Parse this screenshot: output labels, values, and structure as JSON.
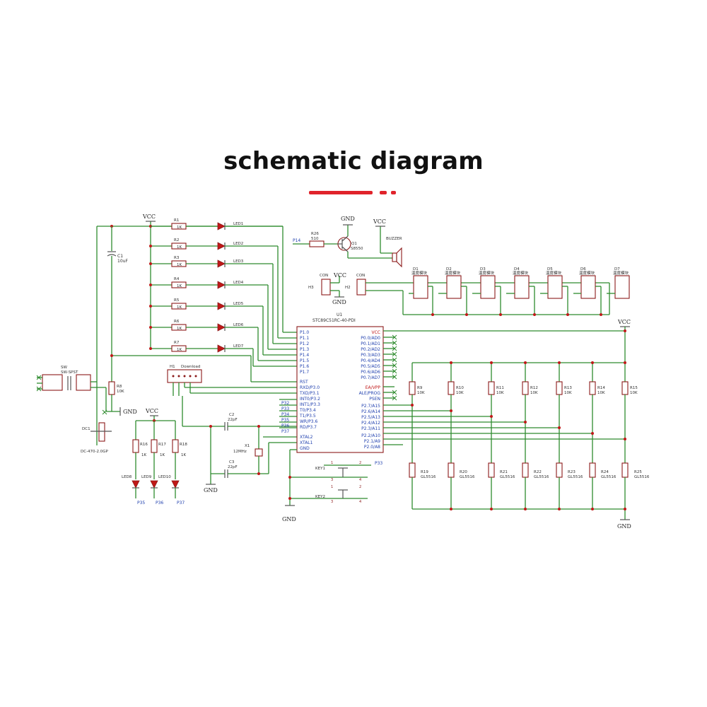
{
  "title": "schematic diagram",
  "colors": {
    "wire": "#2e8b2e",
    "component": "#8b1a1a",
    "junction": "#c01818",
    "accent": "#e0232b",
    "pin_label": "#1f3fae"
  },
  "power": {
    "vcc": "VCC",
    "gnd": "GND"
  },
  "leds_top": [
    {
      "ref": "R1",
      "value": "1K",
      "led": "LED1"
    },
    {
      "ref": "R2",
      "value": "1K",
      "led": "LED2"
    },
    {
      "ref": "R3",
      "value": "1K",
      "led": "LED3"
    },
    {
      "ref": "R4",
      "value": "1K",
      "led": "LED4"
    },
    {
      "ref": "R5",
      "value": "1K",
      "led": "LED5"
    },
    {
      "ref": "R6",
      "value": "1K",
      "led": "LED6"
    },
    {
      "ref": "R7",
      "value": "1K",
      "led": "LED7"
    }
  ],
  "c1": {
    "ref": "C1",
    "value": "10uF"
  },
  "switch": {
    "ref": "SW",
    "part": "SW-SPST"
  },
  "r8": {
    "ref": "R8",
    "value": "10K"
  },
  "dc1": {
    "ref": "DC1",
    "part": "DC-470-2.0GP"
  },
  "download": {
    "ref": "H1",
    "label": "Download"
  },
  "left_leds": [
    {
      "ref": "R16",
      "value": "1K",
      "led": "LED8",
      "net": "P35"
    },
    {
      "ref": "R17",
      "value": "1K",
      "led": "LED9",
      "net": "P36"
    },
    {
      "ref": "R18",
      "value": "1K",
      "led": "LED10",
      "net": "P37"
    }
  ],
  "c2": {
    "ref": "C2",
    "value": "22pF"
  },
  "c3": {
    "ref": "C3",
    "value": "22pF"
  },
  "x1": {
    "ref": "X1",
    "value": "12MHz"
  },
  "buzzer": {
    "r_ref": "R26",
    "r_value": "510",
    "net": "P14",
    "q_ref": "Q1",
    "q_part": "S8550",
    "label": "BUZZER"
  },
  "connectors": [
    {
      "type": "CON",
      "ref": "H3"
    },
    {
      "type": "CON",
      "ref": "H2"
    }
  ],
  "digits": [
    {
      "ref": "D1",
      "part": "温度模块"
    },
    {
      "ref": "D2",
      "part": "温度模块"
    },
    {
      "ref": "D3",
      "part": "温度模块"
    },
    {
      "ref": "D4",
      "part": "温度模块"
    },
    {
      "ref": "D5",
      "part": "温度模块"
    },
    {
      "ref": "D6",
      "part": "温度模块"
    },
    {
      "ref": "D7",
      "part": "温度模块"
    }
  ],
  "mcu": {
    "ref": "U1",
    "part": "STC89C51RC-40-PDI",
    "left_pins": [
      "P1.0",
      "P1.1",
      "P1.2",
      "P1.3",
      "P1.4",
      "P1.5",
      "P1.6",
      "P1.7",
      "RST",
      "RXD/P3.0",
      "TXD/P3.1",
      "INT0/P3.2",
      "INT1/P3.3",
      "T0/P3.4",
      "T1/P3.5",
      "WR/P3.6",
      "RD/P3.7",
      "XTAL2",
      "XTAL1",
      "GND"
    ],
    "right_pins": [
      "VCC",
      "P0.0/AD0",
      "P0.1/AD1",
      "P0.2/AD2",
      "P0.3/AD3",
      "P0.4/AD4",
      "P0.5/AD5",
      "P0.6/AD6",
      "P0.7/AD7",
      "EA/VPP",
      "ALE/PROG",
      "PSEN",
      "P2.7/A15",
      "P2.6/A14",
      "P2.5/A13",
      "P2.4/A12",
      "P2.3/A11",
      "P2.2/A10",
      "P2.1/A9",
      "P2.0/A8"
    ],
    "p3_nets": [
      "P32",
      "P33",
      "P34",
      "P35",
      "P36",
      "P37"
    ]
  },
  "keys": [
    {
      "ref": "KEY1",
      "net": "P33"
    },
    {
      "ref": "KEY2",
      "net": ""
    }
  ],
  "pull_resistors": [
    {
      "ref": "R9",
      "value": "10K"
    },
    {
      "ref": "R10",
      "value": "10K"
    },
    {
      "ref": "R11",
      "value": "10K"
    },
    {
      "ref": "R12",
      "value": "10K"
    },
    {
      "ref": "R13",
      "value": "10K"
    },
    {
      "ref": "R14",
      "value": "10K"
    },
    {
      "ref": "R15",
      "value": "10K"
    }
  ],
  "photoresistors": [
    {
      "ref": "R19",
      "part": "GL5516"
    },
    {
      "ref": "R20",
      "part": "GL5516"
    },
    {
      "ref": "R21",
      "part": "GL5516"
    },
    {
      "ref": "R22",
      "part": "GL5516"
    },
    {
      "ref": "R23",
      "part": "GL5516"
    },
    {
      "ref": "R24",
      "part": "GL5516"
    },
    {
      "ref": "R25",
      "part": "GL5516"
    }
  ]
}
